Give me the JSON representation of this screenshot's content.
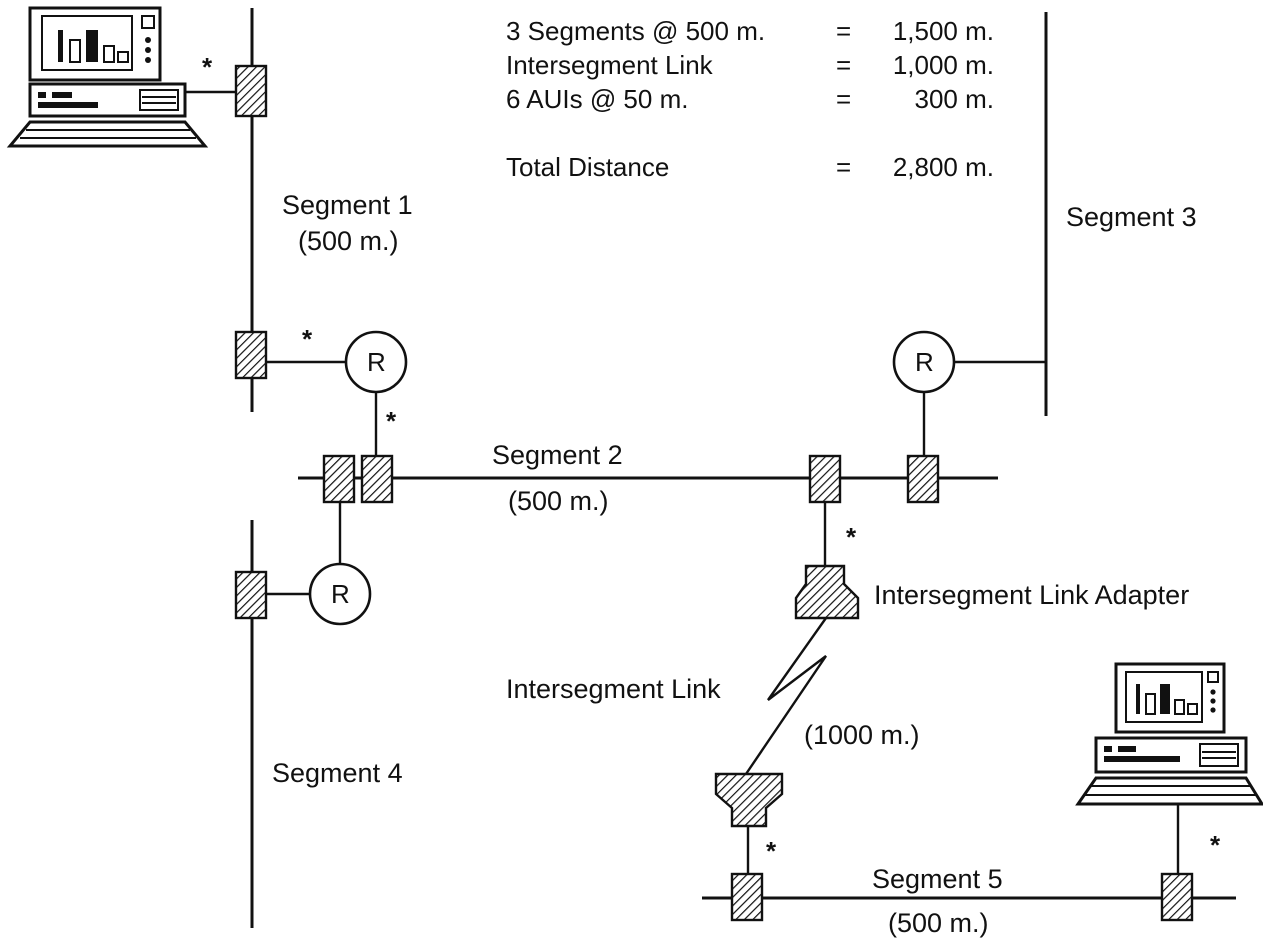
{
  "calculation": {
    "rows": [
      {
        "label": "3 Segments @ 500 m.",
        "eq": "=",
        "value": "1,500 m."
      },
      {
        "label": "Intersegment Link",
        "eq": "=",
        "value": "1,000 m."
      },
      {
        "label": "6 AUIs @ 50 m.",
        "eq": "=",
        "value": "300 m."
      }
    ],
    "total": {
      "label": "Total Distance",
      "eq": "=",
      "value": "2,800 m."
    }
  },
  "segments": {
    "seg1": {
      "name": "Segment 1",
      "length": "(500 m.)"
    },
    "seg2": {
      "name": "Segment 2",
      "length": "(500 m.)"
    },
    "seg3": {
      "name": "Segment 3"
    },
    "seg4": {
      "name": "Segment 4"
    },
    "seg5": {
      "name": "Segment 5",
      "length": "(500 m.)"
    }
  },
  "repeater_label": "R",
  "aui_marker": "*",
  "link": {
    "adapter_label": "Intersegment Link Adapter",
    "name": "Intersegment Link",
    "length": "(1000 m.)"
  },
  "icons": [
    "computer-icon",
    "repeater-icon",
    "transceiver-icon",
    "link-adapter-icon"
  ],
  "colors": {
    "ink": "#111111",
    "background": "#ffffff"
  }
}
